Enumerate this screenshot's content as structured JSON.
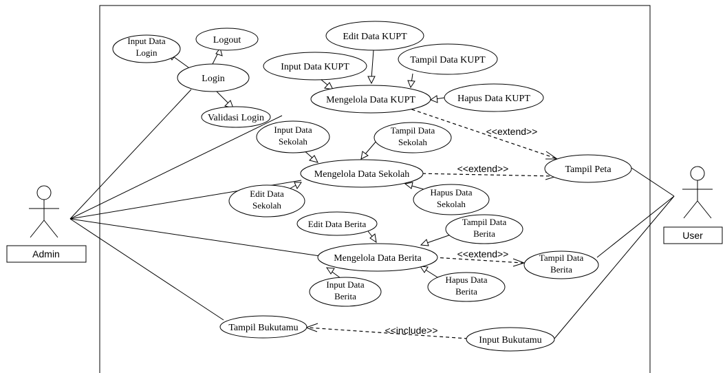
{
  "actors": {
    "admin": "Admin",
    "user": "User"
  },
  "use_cases": {
    "input_data_login": [
      "Input Data",
      "Login"
    ],
    "logout": "Logout",
    "login": "Login",
    "validasi_login": "Validasi Login",
    "edit_data_kupt": "Edit Data KUPT",
    "input_data_kupt": "Input Data KUPT",
    "tampil_data_kupt": "Tampil Data KUPT",
    "mengelola_data_kupt": "Mengelola Data KUPT",
    "hapus_data_kupt": "Hapus Data KUPT",
    "input_data_sekolah": [
      "Input Data",
      "Sekolah"
    ],
    "tampil_data_sekolah": [
      "Tampil Data",
      "Sekolah"
    ],
    "mengelola_data_sekolah": "Mengelola Data Sekolah",
    "tampil_peta": "Tampil Peta",
    "edit_data_sekolah": [
      "Edit Data",
      "Sekolah"
    ],
    "hapus_data_sekolah": [
      "Hapus Data",
      "Sekolah"
    ],
    "edit_data_berita": "Edit Data Berita",
    "tampil_data_berita_inner": [
      "Tampil Data",
      "Berita"
    ],
    "mengelola_data_berita": "Mengelola Data Berita",
    "tampil_data_berita_outer": [
      "Tampil Data",
      "Berita"
    ],
    "input_data_berita": [
      "Input Data",
      "Berita"
    ],
    "hapus_data_berita": [
      "Hapus Data",
      "Berita"
    ],
    "tampil_bukutamu": "Tampil Bukutamu",
    "input_bukutamu": "Input Bukutamu"
  },
  "stereotypes": {
    "extend_kupt": "<<extend>>",
    "extend_sekolah": "<<extend>>",
    "extend_berita": "<<extend>>",
    "include_bukutamu": "<<include>>"
  }
}
